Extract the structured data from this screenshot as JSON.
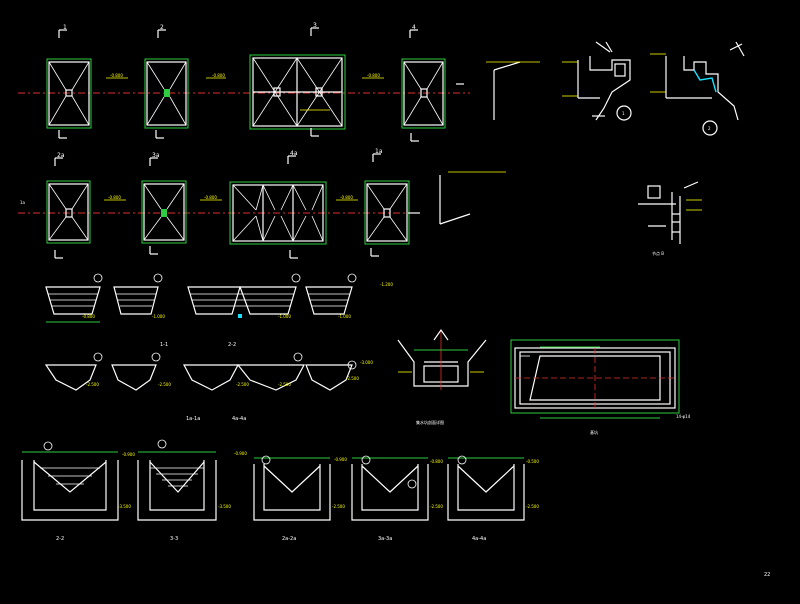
{
  "drawing": {
    "page_number": "22",
    "colors": {
      "background": "#000000",
      "outline": "#ffffff",
      "dimension": "#2ecc40",
      "centerline": "#e0302a",
      "annotation": "#ffff00",
      "highlight": "#18e0ff"
    },
    "plan_row1": {
      "markers": [
        "1",
        "2",
        "3",
        "4"
      ],
      "elevation_labels": [
        "-0.800",
        "-0.800",
        "-0.800"
      ]
    },
    "plan_row2": {
      "markers": [
        "2a",
        "3a",
        "4a",
        "1a"
      ],
      "side_marker": "1a",
      "elevation_labels": [
        "-0.800",
        "-0.800",
        "-0.800"
      ]
    },
    "section_row1": {
      "elevation_labels": [
        "-0.800",
        "-1.000",
        "-1.000",
        "-1.000",
        "-1.200"
      ],
      "captions": [
        "1-1",
        "2-2"
      ]
    },
    "section_row2": {
      "elevation_labels": [
        "-2.500",
        "-2.500",
        "-2.500",
        "-2.500",
        "-2.500",
        "-2.500",
        "-2.500",
        "-3.000"
      ],
      "caption": "1a-1a",
      "caption2": "4a-4a"
    },
    "sump_detail": {
      "caption": "集水坑剖面详图"
    },
    "pit_plan": {
      "caption": "基坑",
      "rebar_label": "14-φ14"
    },
    "detail_circles": [
      "1",
      "2"
    ],
    "detail_b": {
      "caption": "节点 B"
    },
    "foundation_sections": {
      "captions": [
        "2-2",
        "3-3",
        "2a-2a",
        "3a-3a",
        "4a-4a"
      ],
      "top_levels": [
        "-0.900",
        "-0.900",
        "-0.900",
        "-0.800",
        "-0.500"
      ],
      "bottom_levels": [
        "-3.500",
        "-3.500",
        "-2.500",
        "-2.500",
        "-2.500"
      ]
    }
  }
}
